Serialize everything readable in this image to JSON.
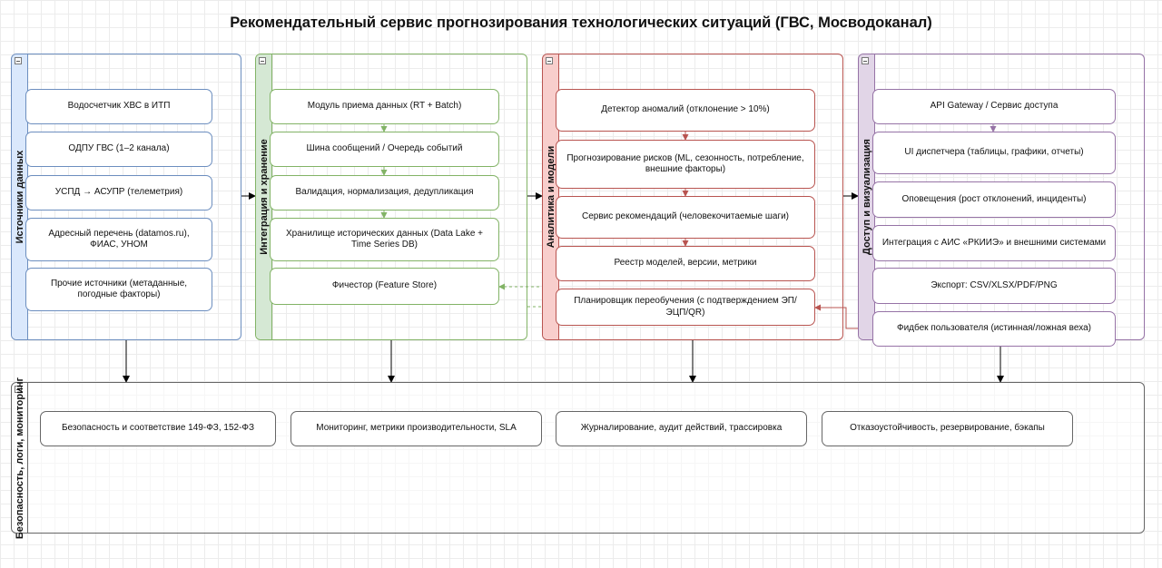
{
  "title": "Рекомендательный сервис прогнозирования технологических ситуаций (ГВС, Мосводоканал)",
  "lanes": {
    "sources": {
      "title": "Источники данных",
      "nodes": [
        "Водосчетчик ХВС в ИТП",
        "ОДПУ ГВС (1–2 канала)",
        "УСПД → АСУПР (телеметрия)",
        "Адресный перечень (datamos.ru), ФИАС, УНОМ",
        "Прочие источники (метаданные, погодные факторы)"
      ]
    },
    "integration": {
      "title": "Интеграция и хранение",
      "nodes": [
        "Модуль приема данных (RT + Batch)",
        "Шина сообщений / Очередь событий",
        "Валидация, нормализация, дедупликация",
        "Хранилище исторических данных (Data Lake + Time Series DB)",
        "Фичестор (Feature Store)"
      ]
    },
    "analytics": {
      "title": "Аналитика и модели",
      "nodes": [
        "Детектор аномалий (отклонение > 10%)",
        "Прогнозирование рисков (ML, сезонность, потребление, внешние факторы)",
        "Сервис рекомендаций (человекочитаемые шаги)",
        "Реестр моделей, версии, метрики",
        "Планировщик переобучения (с подтверждением ЭП/ЭЦП/QR)"
      ]
    },
    "access": {
      "title": "Доступ и визуализация",
      "nodes": [
        "API Gateway / Сервис доступа",
        "UI диспетчера (таблицы, графики, отчеты)",
        "Оповещения (рост отклонений, инциденты)",
        "Интеграция с АИС «РКИИЭ» и внешними системами",
        "Экспорт: CSV/XLSX/PDF/PNG",
        "Фидбек пользователя (истинная/ложная веха)"
      ]
    },
    "security": {
      "title": "Безопасность, логи, мониторинг",
      "nodes": [
        "Безопасность и соответствие 149-ФЗ, 152-ФЗ",
        "Мониторинг, метрики производительности, SLA",
        "Журналирование, аудит действий, трассировка",
        "Отказоустойчивость, резервирование, бэкапы"
      ]
    }
  },
  "colors": {
    "blue": "#6c8ebf",
    "green": "#82b366",
    "red": "#b85450",
    "purple": "#9673a6",
    "gray": "#666666"
  }
}
